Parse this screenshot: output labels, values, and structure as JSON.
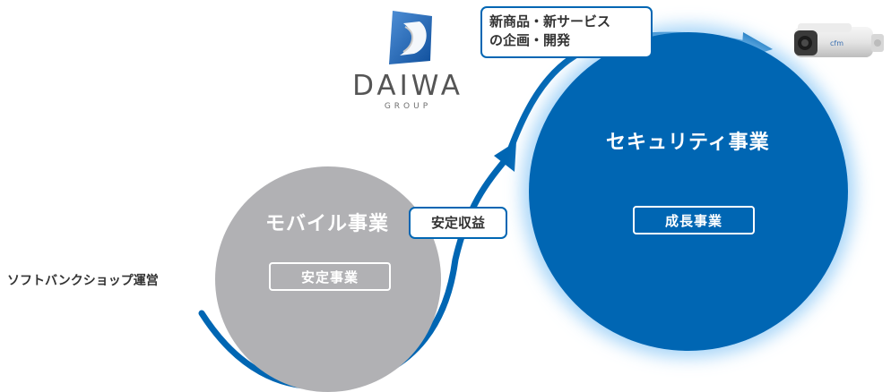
{
  "logo": {
    "name": "DAIWA",
    "sub": "GROUP"
  },
  "shop_label": "ソフトバンクショップ運営",
  "mobile": {
    "title": "モバイル事業",
    "tag": "安定事業"
  },
  "security": {
    "title": "セキュリティ事業",
    "tag": "成長事業"
  },
  "labels": {
    "stable_revenue": "安定収益",
    "new_products_line1": "新商品・新サービス",
    "new_products_line2": "の企画・開発"
  },
  "colors": {
    "brand_blue": "#0066b3",
    "mobile_gray": "#b1b1b4",
    "glow": "#8cc8f5"
  },
  "icons": {
    "product": "security-camera-icon",
    "logo": "daiwa-emblem-icon"
  }
}
